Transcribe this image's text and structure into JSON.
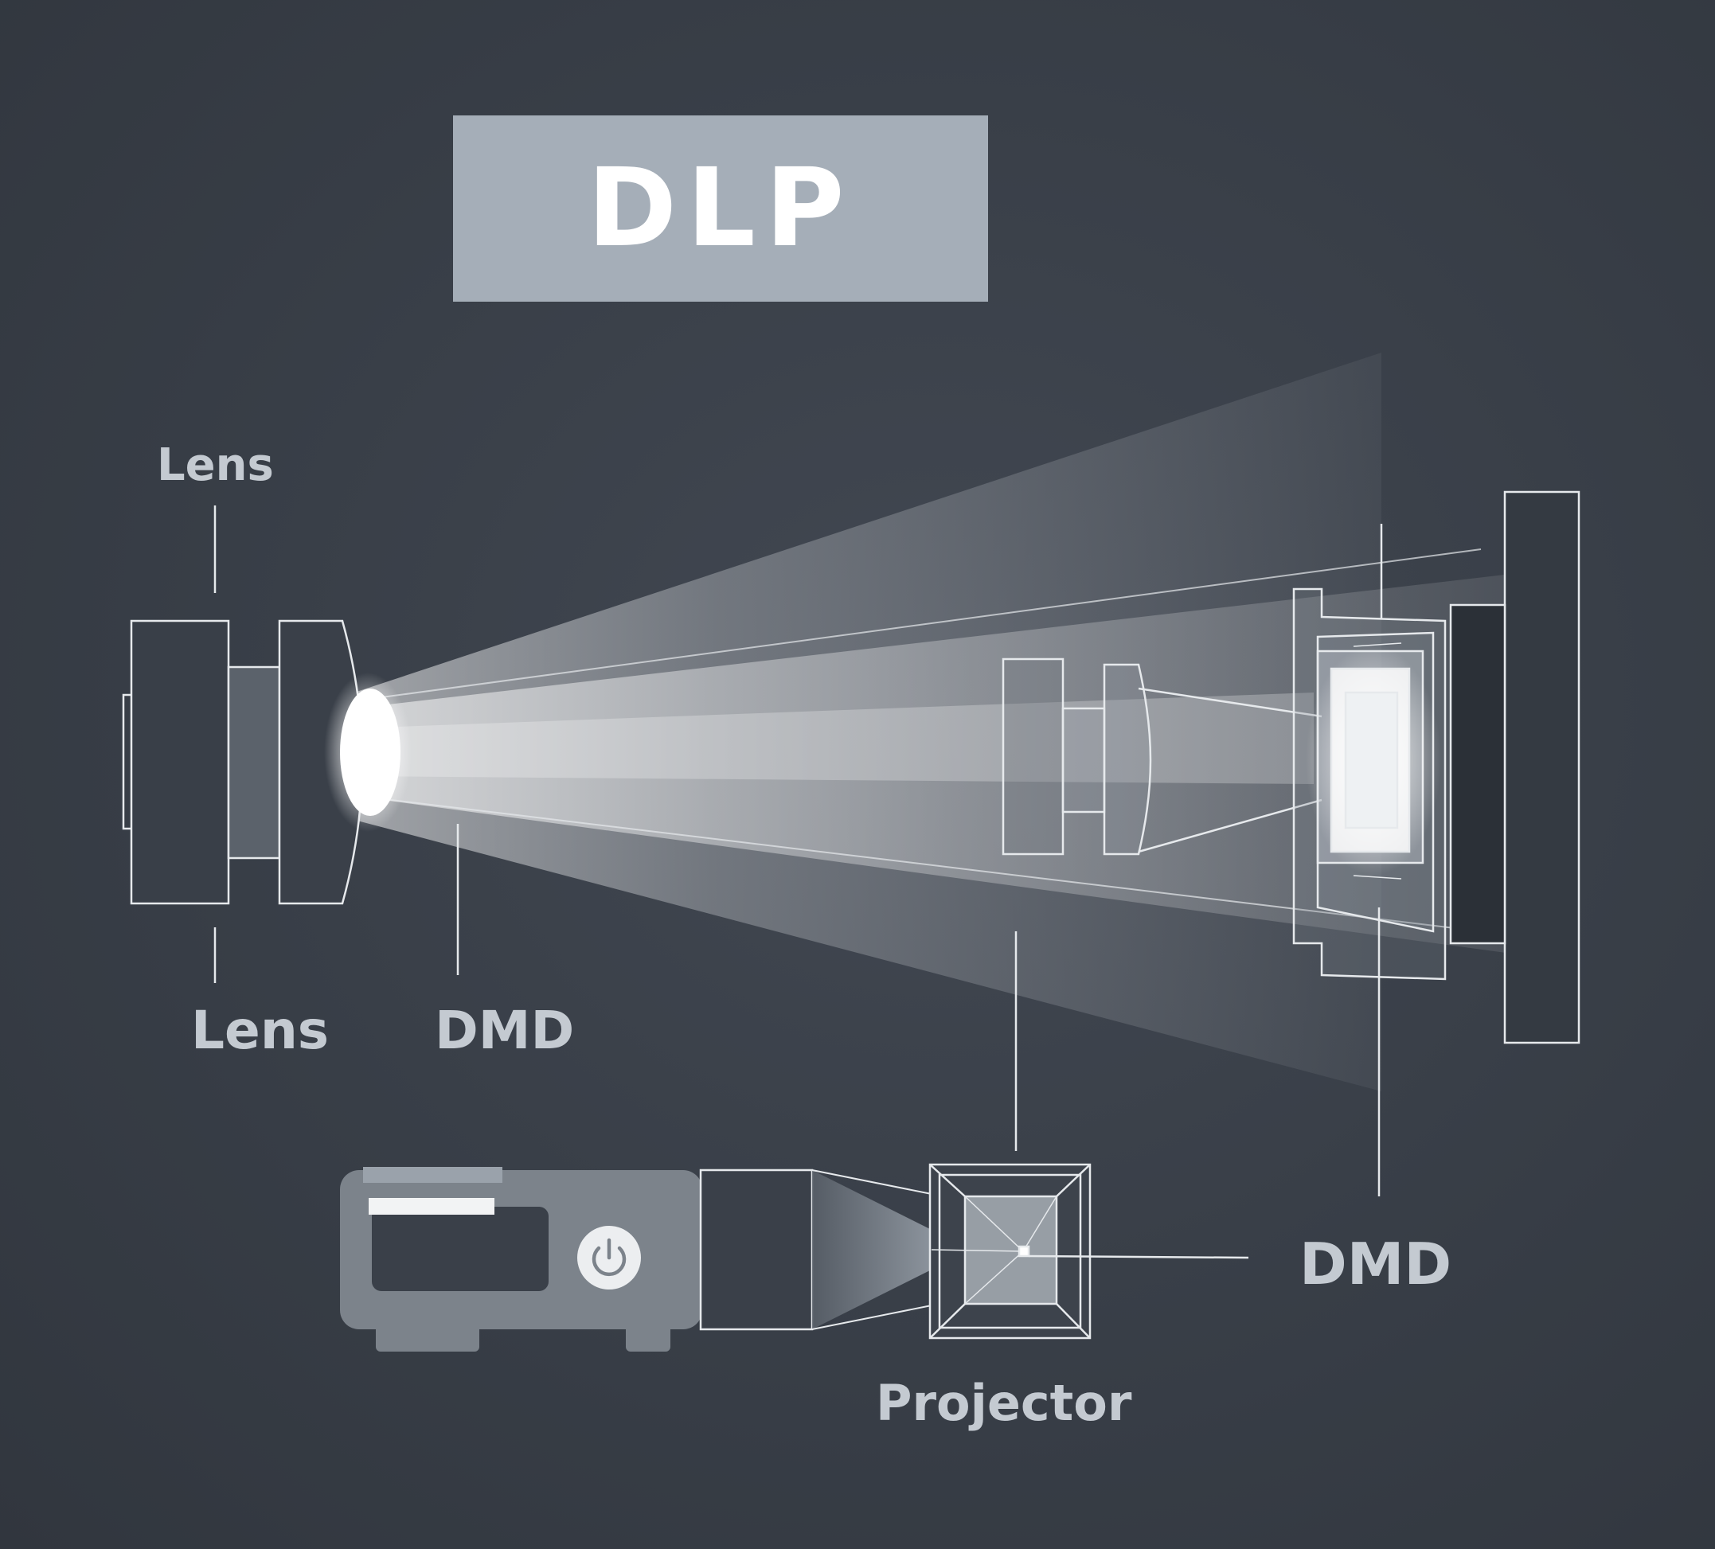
{
  "title": "DLP",
  "labels": {
    "lens_top": "Lens",
    "lens_bottom": "Lens",
    "dmd_left": "DMD",
    "dmd_right": "DMD",
    "projector": "Projector"
  },
  "icons": {
    "projector_power": "power-icon"
  },
  "colors": {
    "background": "#383e47",
    "title_box": "#a5aeb8",
    "label_text": "#c4cad1",
    "line": "#e6e9ec",
    "beam": "#ffffff"
  }
}
